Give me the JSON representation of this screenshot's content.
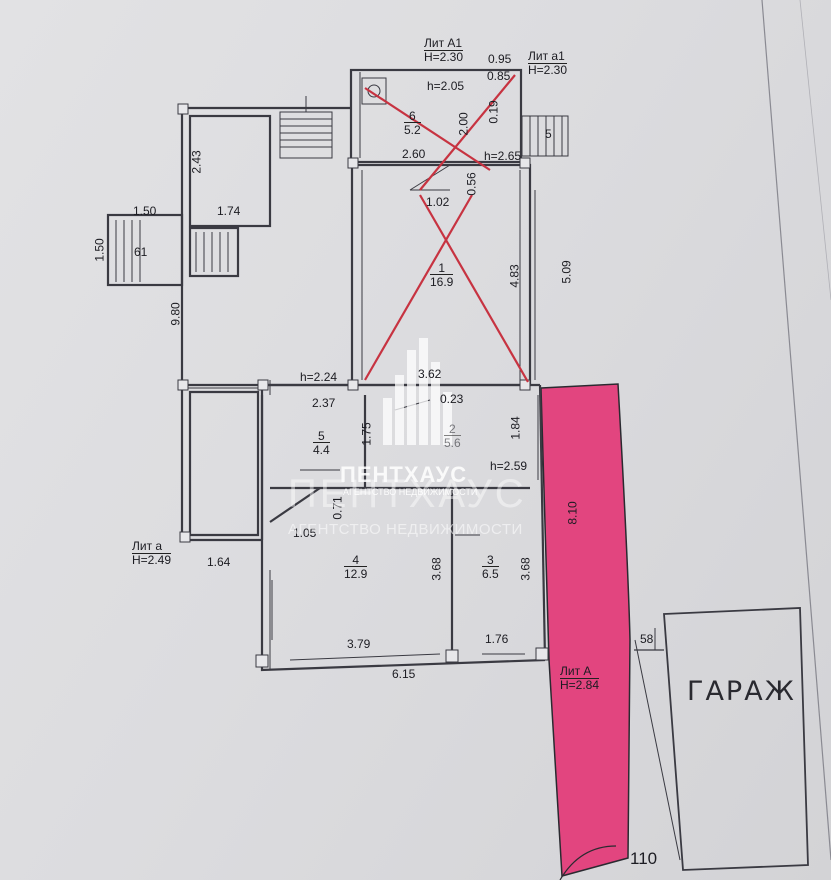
{
  "plan": {
    "lit_a1": {
      "title": "Лит А1",
      "height": "Н=2.30"
    },
    "lit_a1_small": {
      "title": "Лит а1",
      "height": "Н=2.30"
    },
    "lit_a_left": {
      "title": "Лит а",
      "height": "Н=2.49"
    },
    "lit_a_main": {
      "title": "Лит А",
      "height": "Н=2.84"
    },
    "rooms": [
      {
        "number": "6",
        "area": "5.2"
      },
      {
        "number": "1",
        "area": "16.9"
      },
      {
        "number": "5",
        "area": "4.4"
      },
      {
        "number": "2",
        "area": "5.6"
      },
      {
        "number": "4",
        "area": "12.9"
      },
      {
        "number": "3",
        "area": "6.5"
      }
    ],
    "ceiling_heights": {
      "h205": "h=2.05",
      "h265": "h=2.65",
      "h224": "h=2.24",
      "h259": "h=2.59"
    },
    "dimensions": {
      "d095": "0.95",
      "d085": "0.85",
      "d019": "0.19",
      "d200": "2.00",
      "d260": "2.60",
      "d056": "0.56",
      "d102": "1.02",
      "d483": "4.83",
      "d509": "5.09",
      "d243": "2.43",
      "d174": "1.74",
      "d150a": "1.50",
      "d150b": "1.50",
      "d980": "9.80",
      "d362": "3.62",
      "d237": "2.37",
      "d023": "0.23",
      "d175": "1.75",
      "d184": "1.84",
      "d071": "0.71",
      "d105": "1.05",
      "d164": "1.64",
      "d368a": "3.68",
      "d368b": "3.68",
      "d379": "3.79",
      "d176": "1.76",
      "d615": "6.15",
      "d810": "8.10",
      "d058": "58",
      "d110": "110"
    },
    "stair_marks": {
      "s61": "61",
      "s5": "5"
    },
    "garage": "ГАРАЖ"
  },
  "watermark": {
    "name": "ПЕНТХАУС",
    "subtitle": "АГЕНТСТВО НЕДВИЖИМОСТИ"
  },
  "colors": {
    "highlight": "#e2457f",
    "cross": "#c73341",
    "wall": "#3a3a42",
    "paper": "#dedee1"
  }
}
